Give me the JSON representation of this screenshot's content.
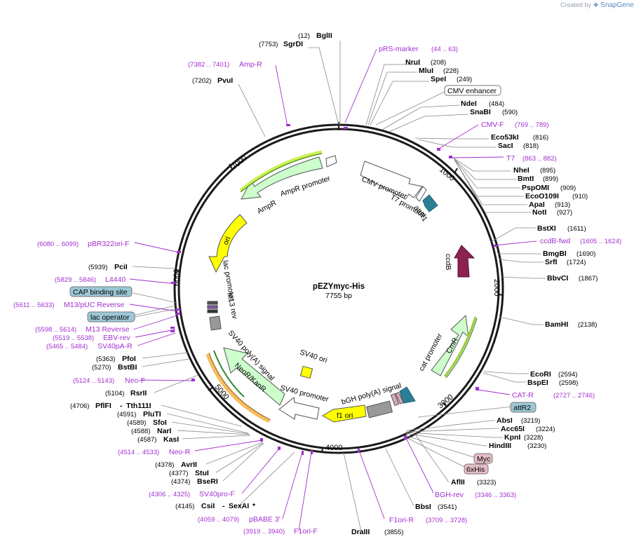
{
  "watermark": {
    "prefix": "Created by",
    "brand": "SnapGene"
  },
  "plasmid": {
    "name": "pEZYmyc-His",
    "size": "7755 bp"
  },
  "ticks": [
    "1000",
    "2000",
    "3000",
    "4000",
    "5000",
    "6000",
    "7000"
  ],
  "colors": {
    "primer": "#a22fd0",
    "backbone": "#1a1a1a",
    "promoter": "#d9f5d9",
    "ori": "#ffff00",
    "ampr": "#ccffcc",
    "ccdb": "#8b2252",
    "att": "#2b7f94",
    "terminator": "#999999"
  },
  "enzymes": [
    {
      "name": "BglII",
      "pos": "(12)"
    },
    {
      "name": "SgrDI",
      "pos": "(7753)"
    },
    {
      "name": "PvuI",
      "pos": "(7202)"
    },
    {
      "name": "NruI",
      "pos": "(208)"
    },
    {
      "name": "MluI",
      "pos": "(228)"
    },
    {
      "name": "SpeI",
      "pos": "(249)"
    },
    {
      "name": "NdeI",
      "pos": "(484)"
    },
    {
      "name": "SnaBI",
      "pos": "(590)"
    },
    {
      "name": "Eco53kI",
      "pos": "(816)"
    },
    {
      "name": "SacI",
      "pos": "(818)"
    },
    {
      "name": "NheI",
      "pos": "(895)"
    },
    {
      "name": "BmtI",
      "pos": "(899)"
    },
    {
      "name": "PspOMI",
      "pos": "(909)"
    },
    {
      "name": "EcoO109I",
      "pos": "(910)"
    },
    {
      "name": "ApaI",
      "pos": "(913)"
    },
    {
      "name": "NotI",
      "pos": "(927)"
    },
    {
      "name": "BstXI",
      "pos": "(1611)"
    },
    {
      "name": "BmgBI",
      "pos": "(1690)"
    },
    {
      "name": "SrfI",
      "pos": "(1724)"
    },
    {
      "name": "BbvCI",
      "pos": "(1867)"
    },
    {
      "name": "BamHI",
      "pos": "(2138)"
    },
    {
      "name": "EcoRI",
      "pos": "(2594)"
    },
    {
      "name": "BspEI",
      "pos": "(2598)"
    },
    {
      "name": "AbsI",
      "pos": "(3219)"
    },
    {
      "name": "Acc65I",
      "pos": "(3224)"
    },
    {
      "name": "KpnI",
      "pos": "(3228)"
    },
    {
      "name": "HindIII",
      "pos": "(3230)"
    },
    {
      "name": "AflII",
      "pos": "(3323)"
    },
    {
      "name": "BbsI",
      "pos": "(3541)"
    },
    {
      "name": "DraIII",
      "pos": "(3855)"
    },
    {
      "name": "CsiI",
      "pos": "(4145)"
    },
    {
      "name": "SexAI",
      "suffix": " *"
    },
    {
      "name": "BseRI",
      "pos": "(4374)"
    },
    {
      "name": "StuI",
      "pos": "(4377)"
    },
    {
      "name": "AvrII",
      "pos": "(4378)"
    },
    {
      "name": "KasI",
      "pos": "(4587)"
    },
    {
      "name": "NarI",
      "pos": "(4588)"
    },
    {
      "name": "SfoI",
      "pos": "(4589)"
    },
    {
      "name": "PluTI",
      "pos": "(4591)"
    },
    {
      "name": "PflFI",
      "pos": "(4706)"
    },
    {
      "name": "Tth111I",
      "prefix": "- "
    },
    {
      "name": "RsrII",
      "pos": "(5104)"
    },
    {
      "name": "BstBI",
      "pos": "(5270)"
    },
    {
      "name": "PfoI",
      "pos": "(5363)"
    },
    {
      "name": "PciI",
      "pos": "(5939)"
    }
  ],
  "primers": [
    {
      "name": "pRS-marker",
      "range": "(44 .. 63)"
    },
    {
      "name": "Amp-R",
      "range": "(7382 .. 7401)"
    },
    {
      "name": "CMV-F",
      "range": "(769 .. 789)"
    },
    {
      "name": "T7",
      "range": "(863 .. 882)"
    },
    {
      "name": "ccdB-fwd",
      "range": "(1605 .. 1624)"
    },
    {
      "name": "CAT-R",
      "range": "(2727 .. 2746)"
    },
    {
      "name": "BGH-rev",
      "range": "(3346 .. 3363)"
    },
    {
      "name": "F1ori-R",
      "range": "(3709 .. 3728)"
    },
    {
      "name": "F1ori-F",
      "range": "(3919 .. 3940)"
    },
    {
      "name": "pBABE 3'",
      "range": "(4059 .. 4079)"
    },
    {
      "name": "SV40pro-F",
      "range": "(4306 .. 4325)"
    },
    {
      "name": "Neo-R",
      "range": "(4514 .. 4533)"
    },
    {
      "name": "Neo-F",
      "range": "(5124 .. 5143)"
    },
    {
      "name": "SV40pA-R",
      "range": "(5465 .. 5484)"
    },
    {
      "name": "EBV-rev",
      "range": "(5519 .. 5538)"
    },
    {
      "name": "M13 Reverse",
      "range": "(5598 .. 5614)"
    },
    {
      "name": "M13/pUC Reverse",
      "range": "(5611 .. 5633)"
    },
    {
      "name": "L4440",
      "range": "(5829 .. 5846)"
    },
    {
      "name": "pBR322ori-F",
      "range": "(6080 .. 6099)"
    }
  ],
  "boxed_features": [
    "CMV enhancer",
    "attR2",
    "Myc",
    "6xHis",
    "CAP binding site",
    "lac operator"
  ],
  "features": {
    "cmv_promoter": "CMV promoter",
    "t7_promoter": "T7 promoter",
    "attr1": "attR1",
    "ccdb": "ccdB",
    "cat_promoter": "cat promoter",
    "cmr": "CmR",
    "bgh": "bGH poly(A) signal",
    "f1ori": "f1 ori",
    "sv40_promoter": "SV40 promoter",
    "sv40_ori": "SV40 ori",
    "neor": "NeoR/KanR",
    "sv40_polya": "SV40 poly(A) signal",
    "m13rev": "M13 rev",
    "lac_promoter": "lac promoter",
    "ori": "ori",
    "ampr": "AmpR",
    "ampr_promoter": "AmpR promoter"
  }
}
